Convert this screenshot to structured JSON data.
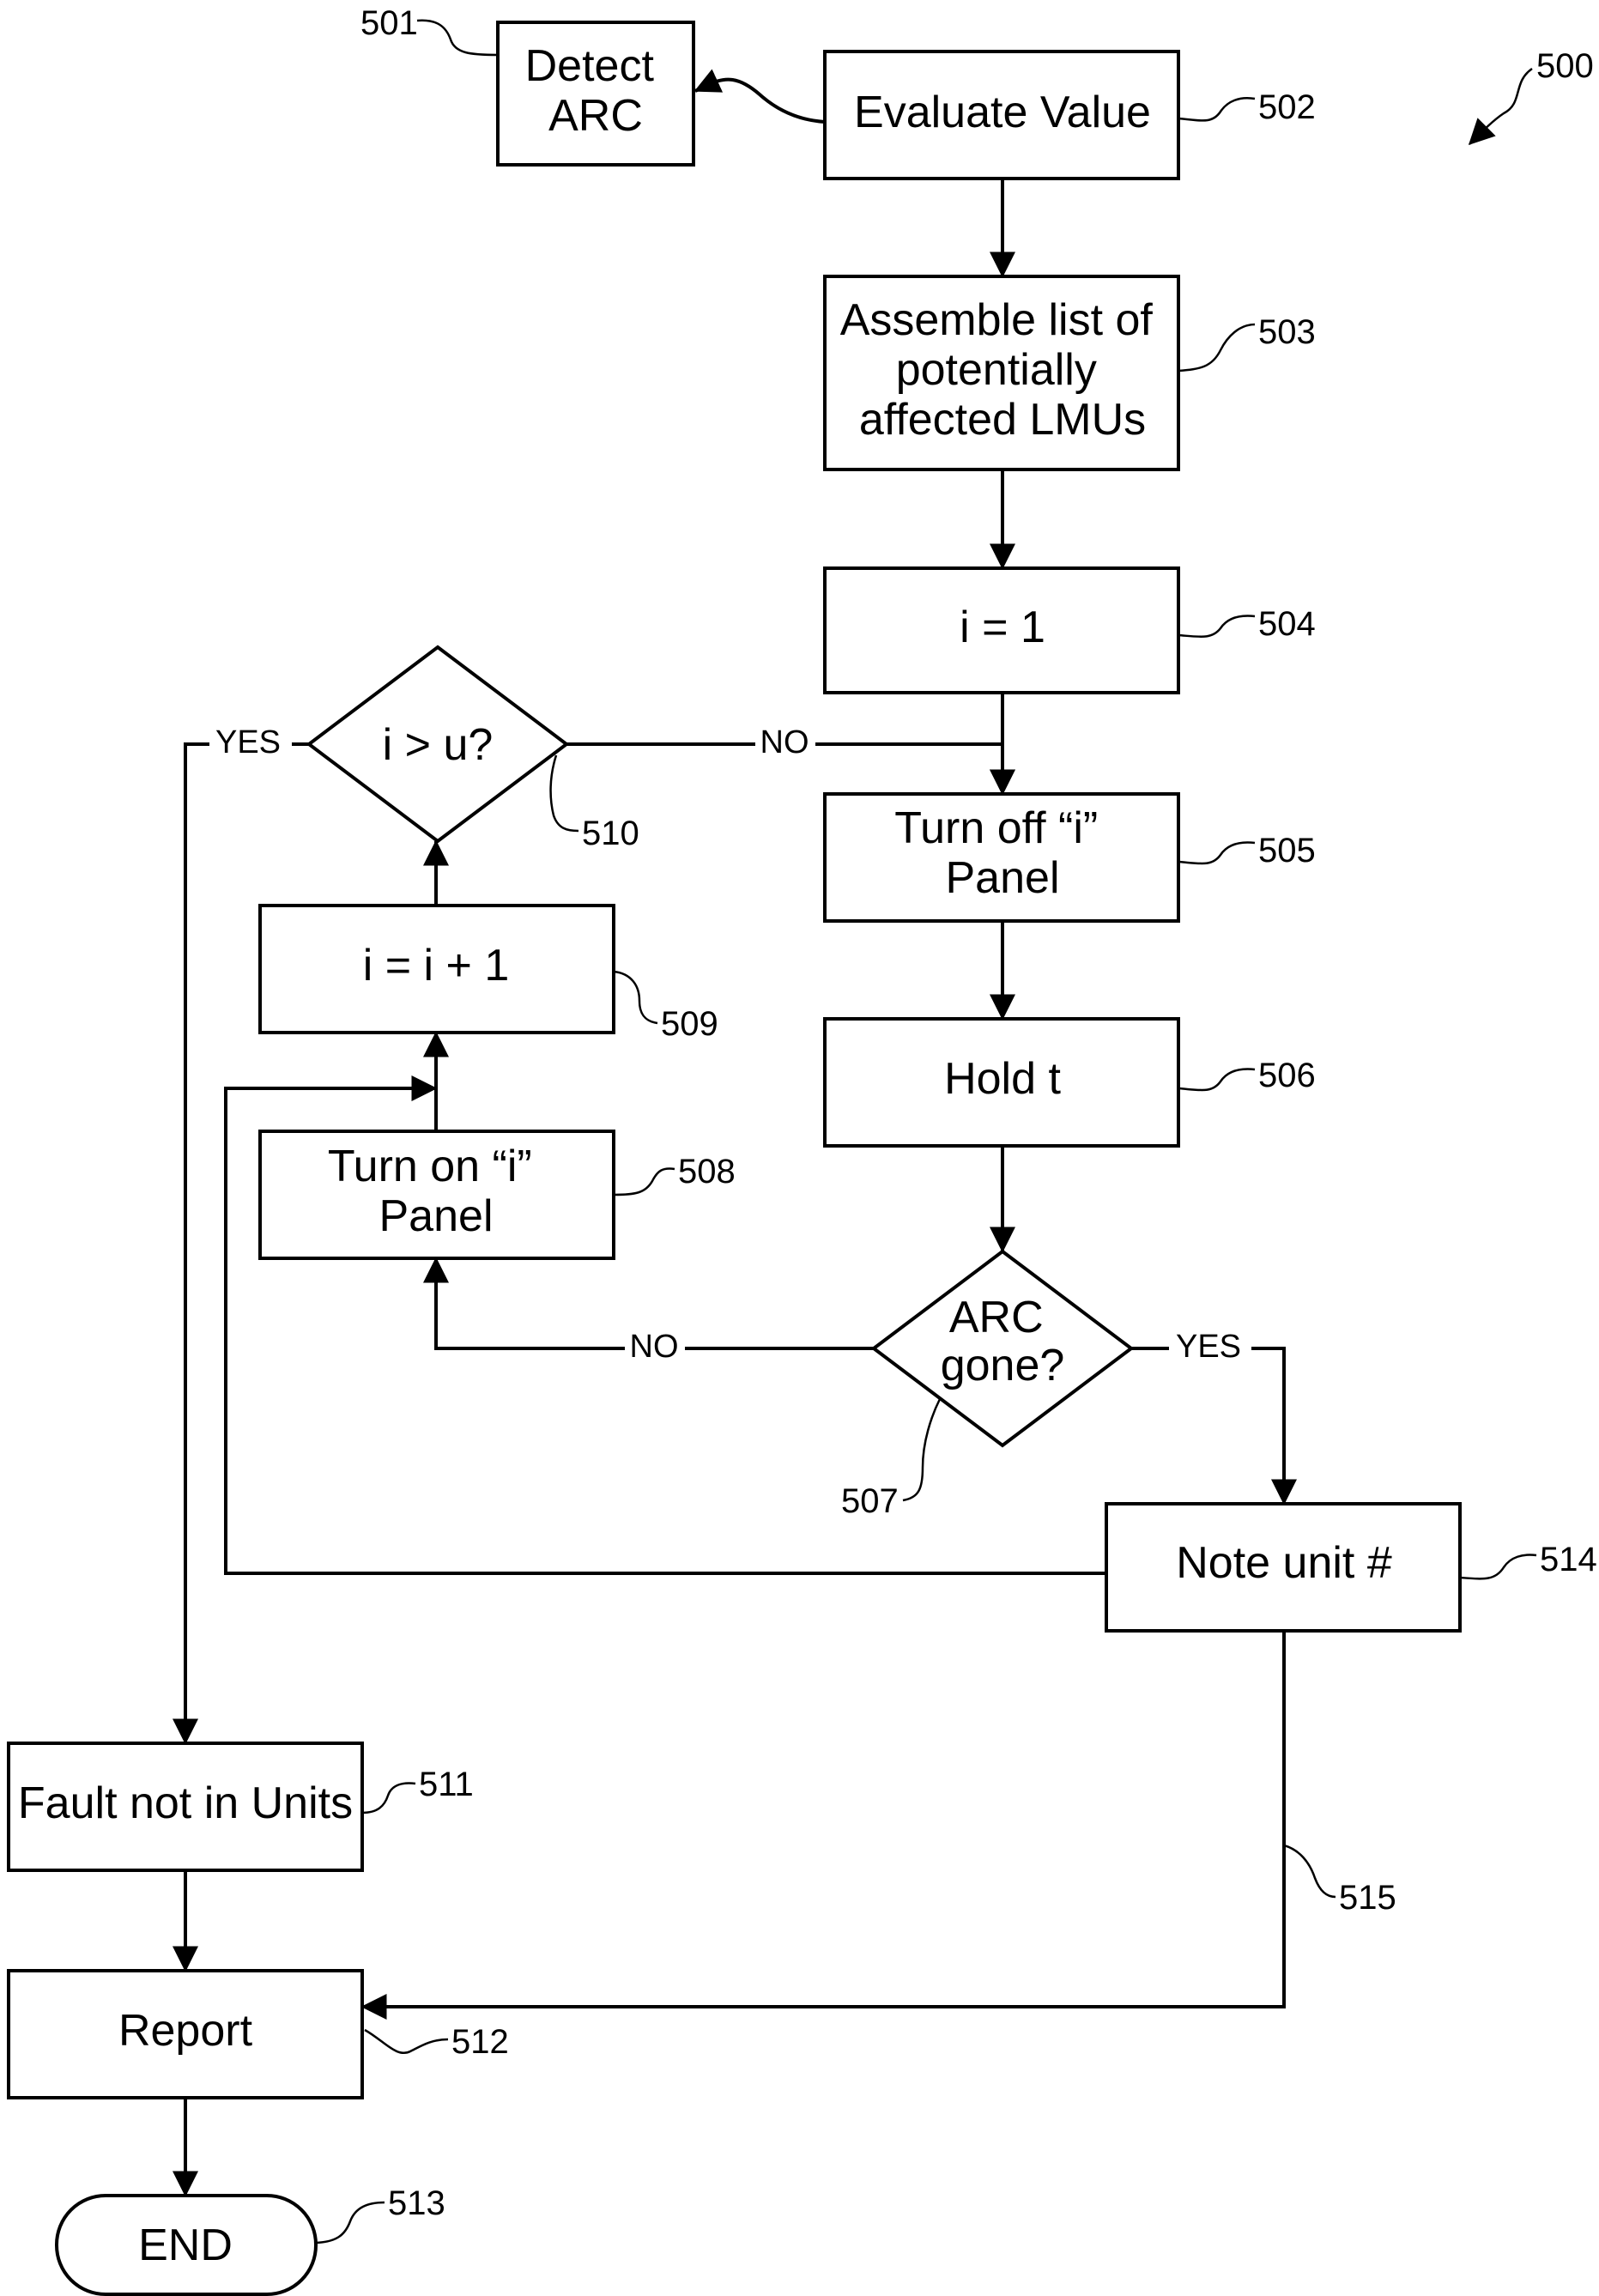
{
  "figure_ref": "500",
  "nodes": {
    "n501": {
      "lines": [
        "Detect",
        "ARC"
      ],
      "ref": "501"
    },
    "n502": {
      "lines": [
        "Evaluate Value"
      ],
      "ref": "502"
    },
    "n503": {
      "lines": [
        "Assemble list of",
        "potentially",
        "affected LMUs"
      ],
      "ref": "503"
    },
    "n504": {
      "lines": [
        "i = 1"
      ],
      "ref": "504"
    },
    "n505": {
      "lines": [
        "Turn off “i”",
        "Panel"
      ],
      "ref": "505"
    },
    "n506": {
      "lines": [
        "Hold t"
      ],
      "ref": "506"
    },
    "n507": {
      "lines": [
        "ARC",
        "gone?"
      ],
      "ref": "507"
    },
    "n508": {
      "lines": [
        "Turn on “i”",
        "Panel"
      ],
      "ref": "508"
    },
    "n509": {
      "lines": [
        "i = i + 1"
      ],
      "ref": "509"
    },
    "n510": {
      "lines": [
        "i > u?"
      ],
      "ref": "510"
    },
    "n511": {
      "lines": [
        "Fault not in Units"
      ],
      "ref": "511"
    },
    "n512": {
      "lines": [
        "Report"
      ],
      "ref": "512"
    },
    "n513": {
      "lines": [
        "END"
      ],
      "ref": "513"
    },
    "n514": {
      "lines": [
        "Note unit #"
      ],
      "ref": "514"
    }
  },
  "edges": {
    "e510_no": "NO",
    "e510_yes": "YES",
    "e507_no": "NO",
    "e507_yes": "YES",
    "e515_ref": "515"
  }
}
